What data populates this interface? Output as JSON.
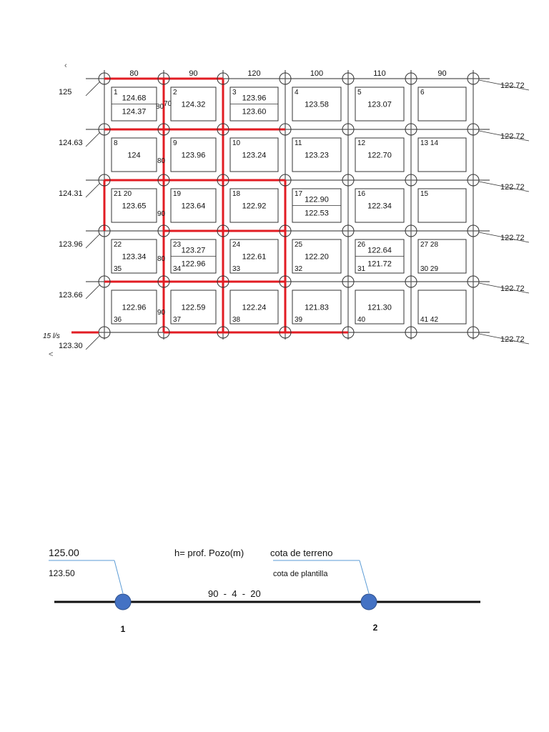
{
  "plan": {
    "corner_marks": [
      "‹",
      "<"
    ],
    "flow_label": "15 l/s",
    "column_lengths": [
      "80",
      "90",
      "120",
      "100",
      "110",
      "90"
    ],
    "left_elevations": [
      "125",
      "124.63",
      "124.31",
      "123.96",
      "123.66",
      "123.30"
    ],
    "right_elevations": [
      "122.72",
      "122.72",
      "122.72",
      "122.72",
      "122.72",
      "122.72"
    ],
    "segment_labels": [
      "80",
      "70",
      "80",
      "90",
      "80",
      "90"
    ],
    "blocks": [
      {
        "num": "1",
        "cotas": [
          "124.68",
          "124.37"
        ]
      },
      {
        "num": "2",
        "cotas": [
          "124.32"
        ]
      },
      {
        "num": "3",
        "cotas": [
          "123.96",
          "123.60"
        ]
      },
      {
        "num": "4",
        "cotas": [
          "123.58"
        ]
      },
      {
        "num": "5",
        "cotas": [
          "123.07"
        ]
      },
      {
        "num": "6",
        "cotas": []
      },
      {
        "num": "8",
        "cotas": [
          "124"
        ]
      },
      {
        "num": "9",
        "cotas": [
          "123.96"
        ]
      },
      {
        "num": "10",
        "cotas": [
          "123.24"
        ]
      },
      {
        "num": "11",
        "cotas": [
          "123.23"
        ]
      },
      {
        "num": "12",
        "cotas": [
          "122.70"
        ]
      },
      {
        "num": "13   14",
        "cotas": []
      },
      {
        "num": "21   20",
        "cotas": [
          "123.65"
        ]
      },
      {
        "num": "19",
        "cotas": [
          "123.64"
        ]
      },
      {
        "num": "18",
        "cotas": [
          "122.92"
        ]
      },
      {
        "num": "17",
        "cotas": [
          "122.90",
          "122.53"
        ]
      },
      {
        "num": "16",
        "cotas": [
          "122.34"
        ]
      },
      {
        "num": "15",
        "cotas": []
      },
      {
        "num": "22",
        "cotas": [
          "123.34"
        ],
        "num2": "35"
      },
      {
        "num": "23",
        "cotas": [
          "123.27",
          "122.96"
        ],
        "num2": "34"
      },
      {
        "num": "24",
        "cotas": [
          "122.61"
        ],
        "num2": "33"
      },
      {
        "num": "25",
        "cotas": [
          "122.20"
        ],
        "num2": "32"
      },
      {
        "num": "26",
        "cotas": [
          "122.64",
          "121.72"
        ],
        "num2": "31"
      },
      {
        "num": "27   28",
        "cotas": [],
        "num2": "30   29"
      },
      {
        "num": "",
        "cotas": [
          "122.96"
        ],
        "num2": "36"
      },
      {
        "num": "",
        "cotas": [
          "122.59"
        ],
        "num2": "37"
      },
      {
        "num": "",
        "cotas": [
          "122.24"
        ],
        "num2": "38"
      },
      {
        "num": "",
        "cotas": [
          "121.83"
        ],
        "num2": "39"
      },
      {
        "num": "",
        "cotas": [
          "121.30"
        ],
        "num2": "40"
      },
      {
        "num": "",
        "cotas": [],
        "num2": "41   42"
      }
    ]
  },
  "profile": {
    "ground_elev": "125.00",
    "invert_elev": "123.50",
    "depth_label": "h= prof. Pozo(m)",
    "ground_label": "cota de terreno",
    "invert_label": "cota de plantilla",
    "segment_label": "90  -  4  -  20",
    "node_1": "1",
    "node_2": "2"
  },
  "colors": {
    "pipe_red": "#e21c23",
    "grid": "#555555",
    "node_blue": "#4472c4",
    "leader_blue": "#5b9bd5"
  }
}
